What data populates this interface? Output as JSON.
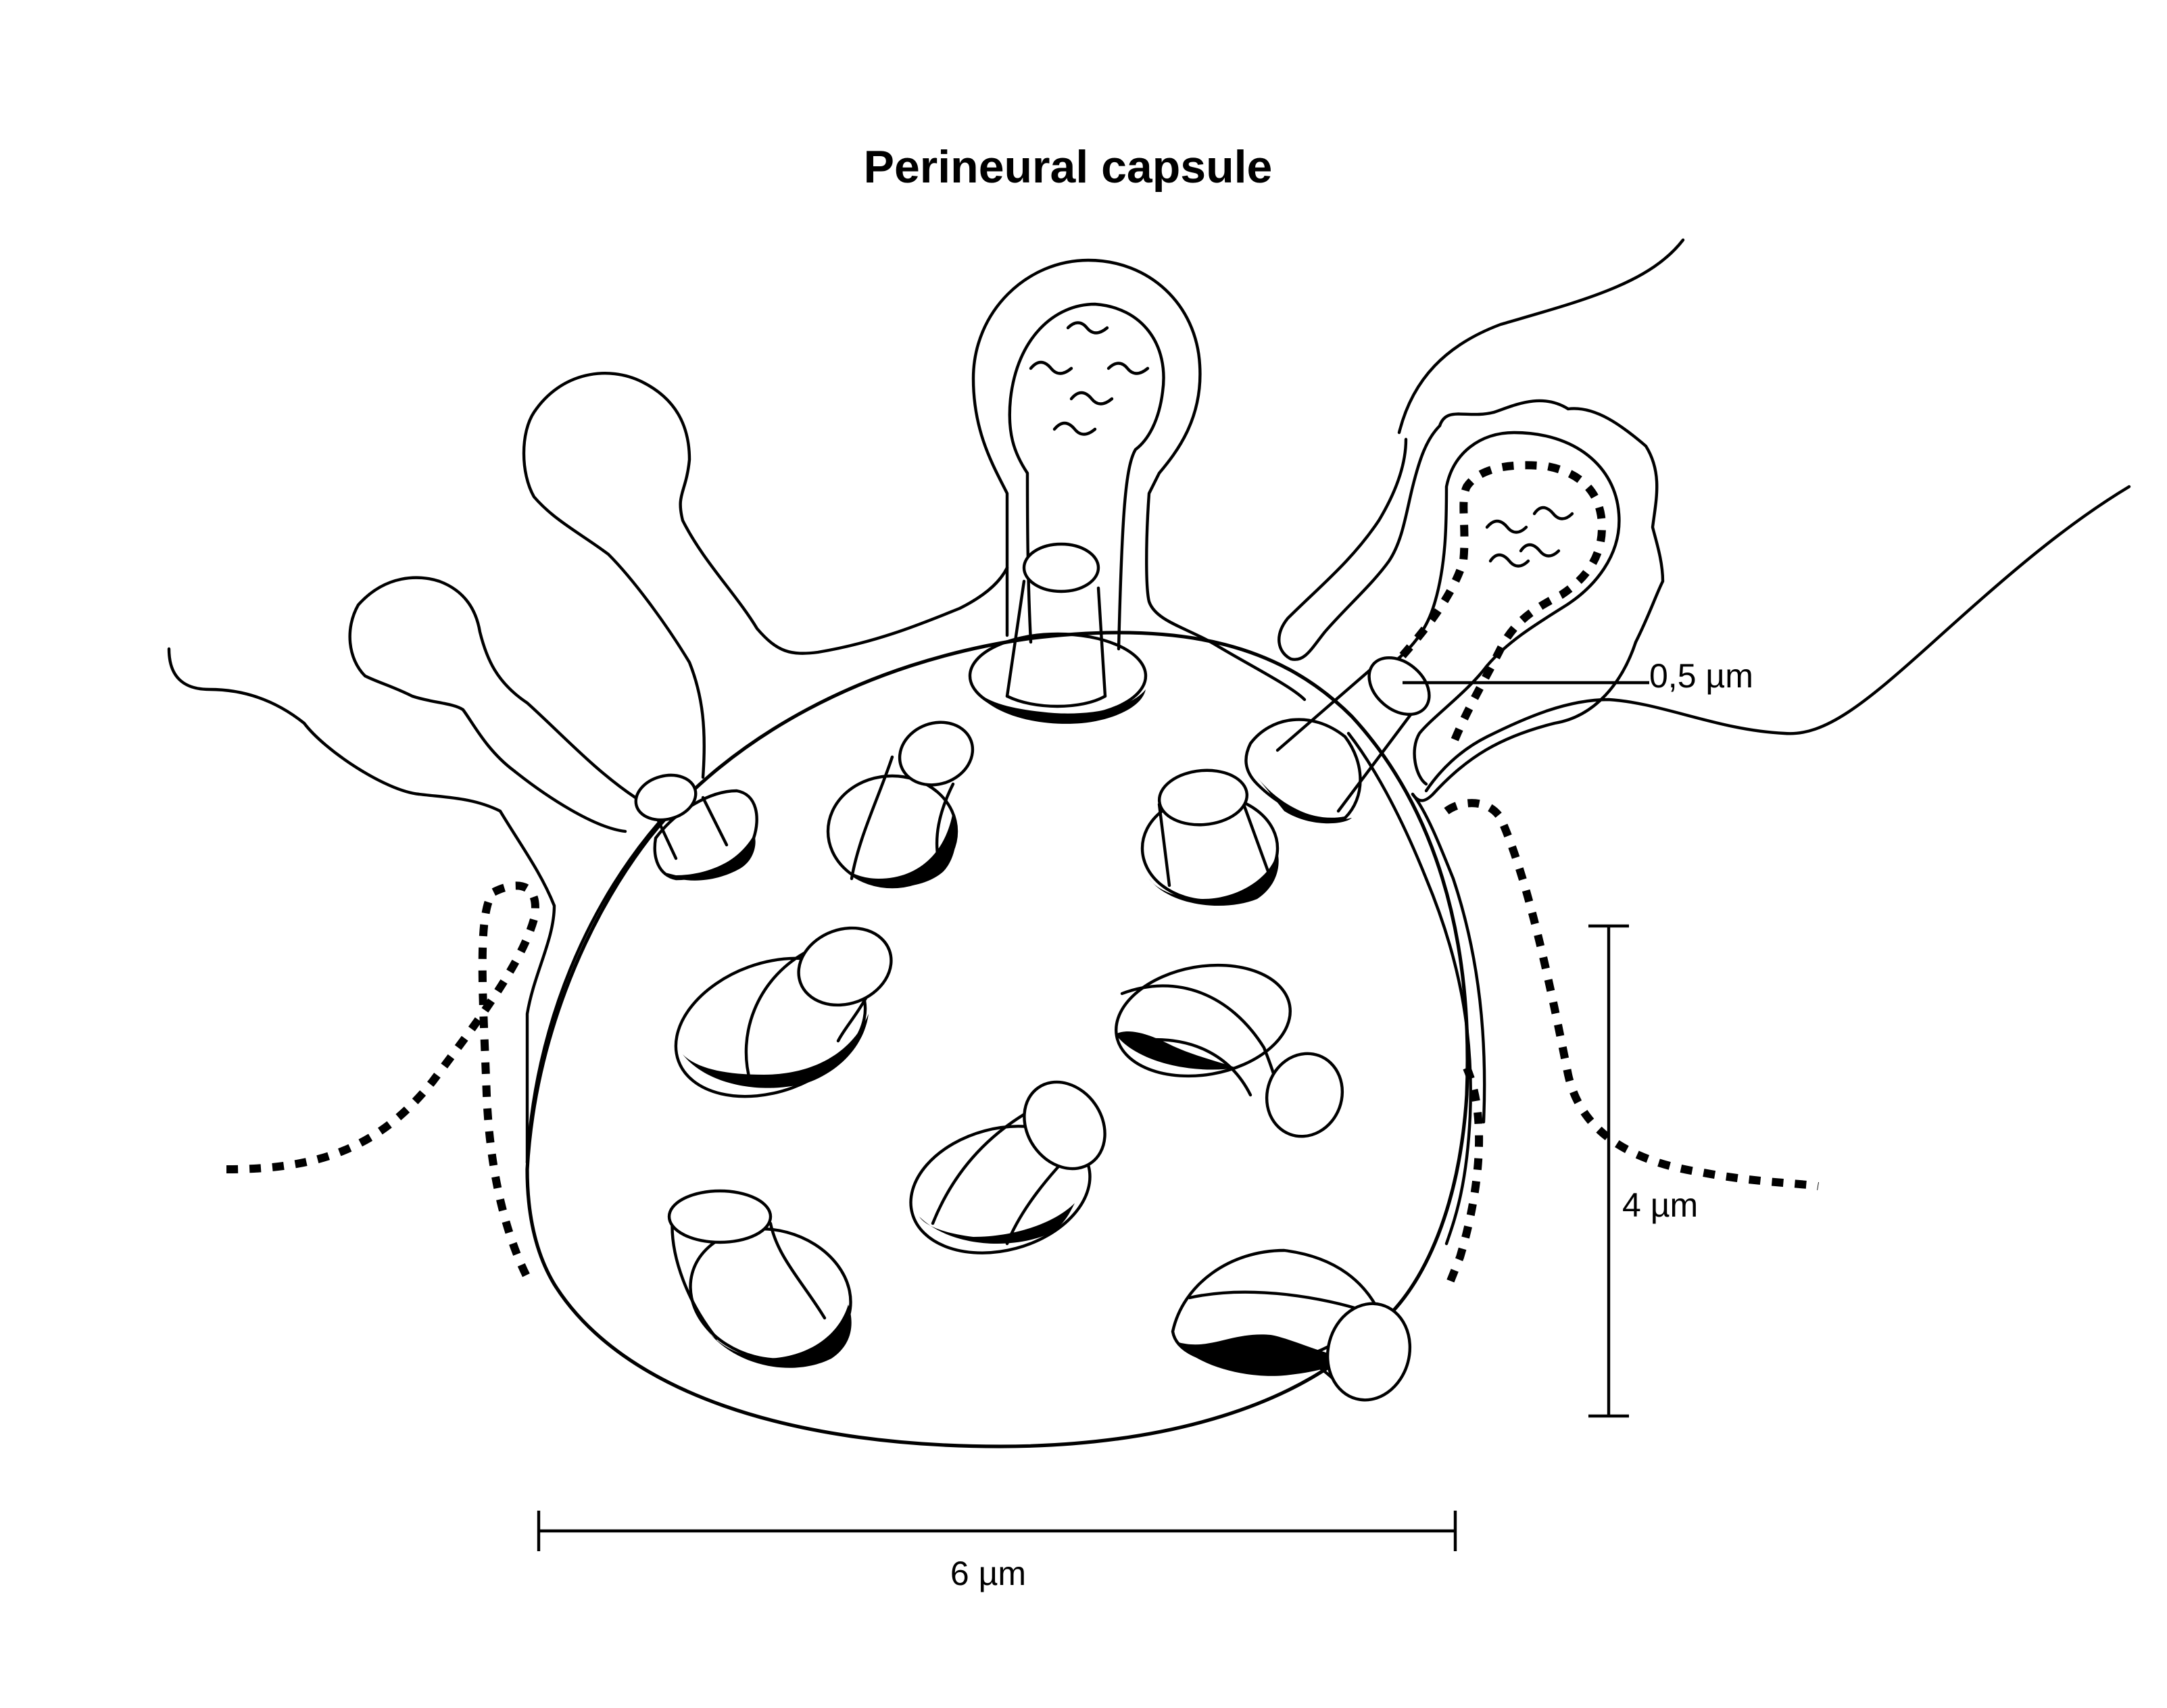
{
  "title": "Perineural capsule",
  "labels": {
    "pore_width": "0,5 µm",
    "height": "4 µm",
    "width": "6 µm"
  },
  "colors": {
    "line": "#000000",
    "background": "#ffffff"
  }
}
